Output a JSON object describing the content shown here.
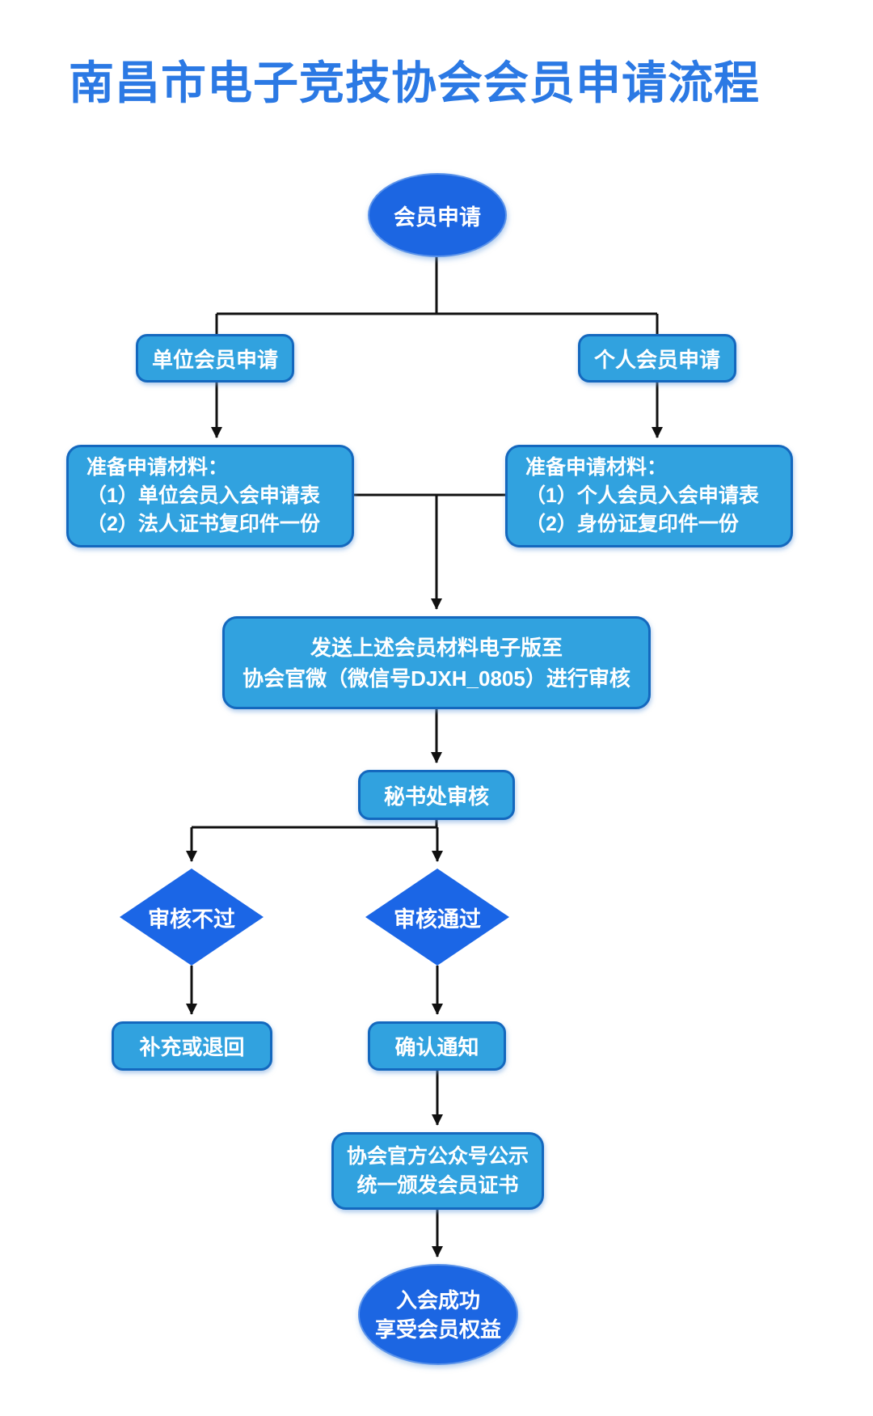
{
  "title": "南昌市电子竞技协会会员申请流程",
  "flow": {
    "start": "会员申请",
    "unit_branch": "单位会员申请",
    "personal_branch": "个人会员申请",
    "unit_materials": "准备申请材料：\n（1）单位会员入会申请表\n（2）法人证书复印件一份",
    "personal_materials": "准备申请材料：\n（1）个人会员入会申请表\n（2）身份证复印件一份",
    "send": "发送上述会员材料电子版至\n协会官微（微信号DJXH_0805）进行审核",
    "review": "秘书处审核",
    "fail": "审核不过",
    "pass": "审核通过",
    "fail_next": "补充或退回",
    "pass_next": "确认通知",
    "announce": "协会官方公众号公示\n统一颁发会员证书",
    "end": "入会成功\n享受会员权益"
  },
  "colors": {
    "title_blue": "#2b79e4",
    "process_fill": "#31a2df",
    "process_border": "#1468be",
    "terminal_fill": "#1c66e2",
    "decision_fill": "#1b66e6",
    "connector": "#111111",
    "text": "#ffffff",
    "background": "#ffffff"
  }
}
